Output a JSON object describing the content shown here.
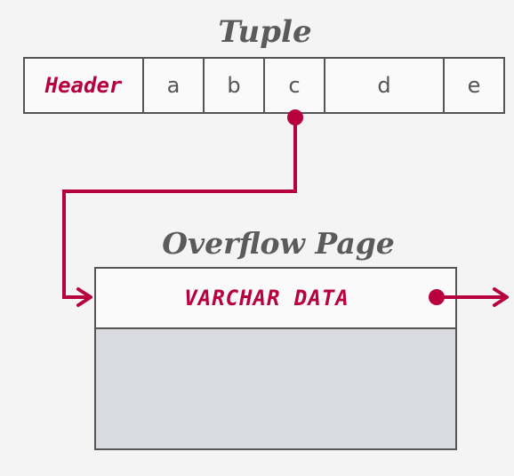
{
  "tuple": {
    "title": "Tuple",
    "cells": [
      "Header",
      "a",
      "b",
      "c",
      "d",
      "e"
    ]
  },
  "overflow_page": {
    "title": "Overflow Page",
    "data_label": "VARCHAR DATA"
  },
  "colors": {
    "accent": "#b8003f",
    "border": "#555555",
    "page_fill": "#d9dbe1",
    "background": "#f4f4f4"
  }
}
